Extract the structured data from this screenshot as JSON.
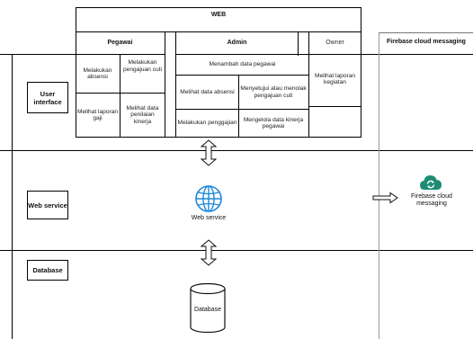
{
  "swimlanes": {
    "user_interface": "User interface",
    "web_service": "Web service",
    "database": "Database"
  },
  "web_box": {
    "title": "WEB",
    "pegawai": {
      "header": "Pegawai",
      "items": [
        "Melakukan absensi",
        "Melakukan pengajuan cuti",
        "Melihat laporan gaji",
        "Melihat data penilaian kinerja"
      ]
    },
    "admin": {
      "header": "Admin",
      "top_item": "Menambah data pegawai",
      "items": [
        "Melihat data absensi",
        "Menyetujui atau menolak pengajuan cuti",
        "Melakukan penggajian",
        "Mengelola data kinerja pegawai"
      ]
    },
    "owner": {
      "header": "Owner",
      "items": [
        "Melihat laporan kegiatan"
      ]
    }
  },
  "firebase_column": {
    "header": "Firebase cloud messaging",
    "node_label": "Firebase cloud messaging",
    "accent_color": "#1e8c74"
  },
  "web_service_node": {
    "label": "Web service",
    "icon": "globe-icon",
    "icon_color": "#1e88d8"
  },
  "database_node": {
    "label": "Database",
    "icon": "database-cylinder-icon"
  }
}
